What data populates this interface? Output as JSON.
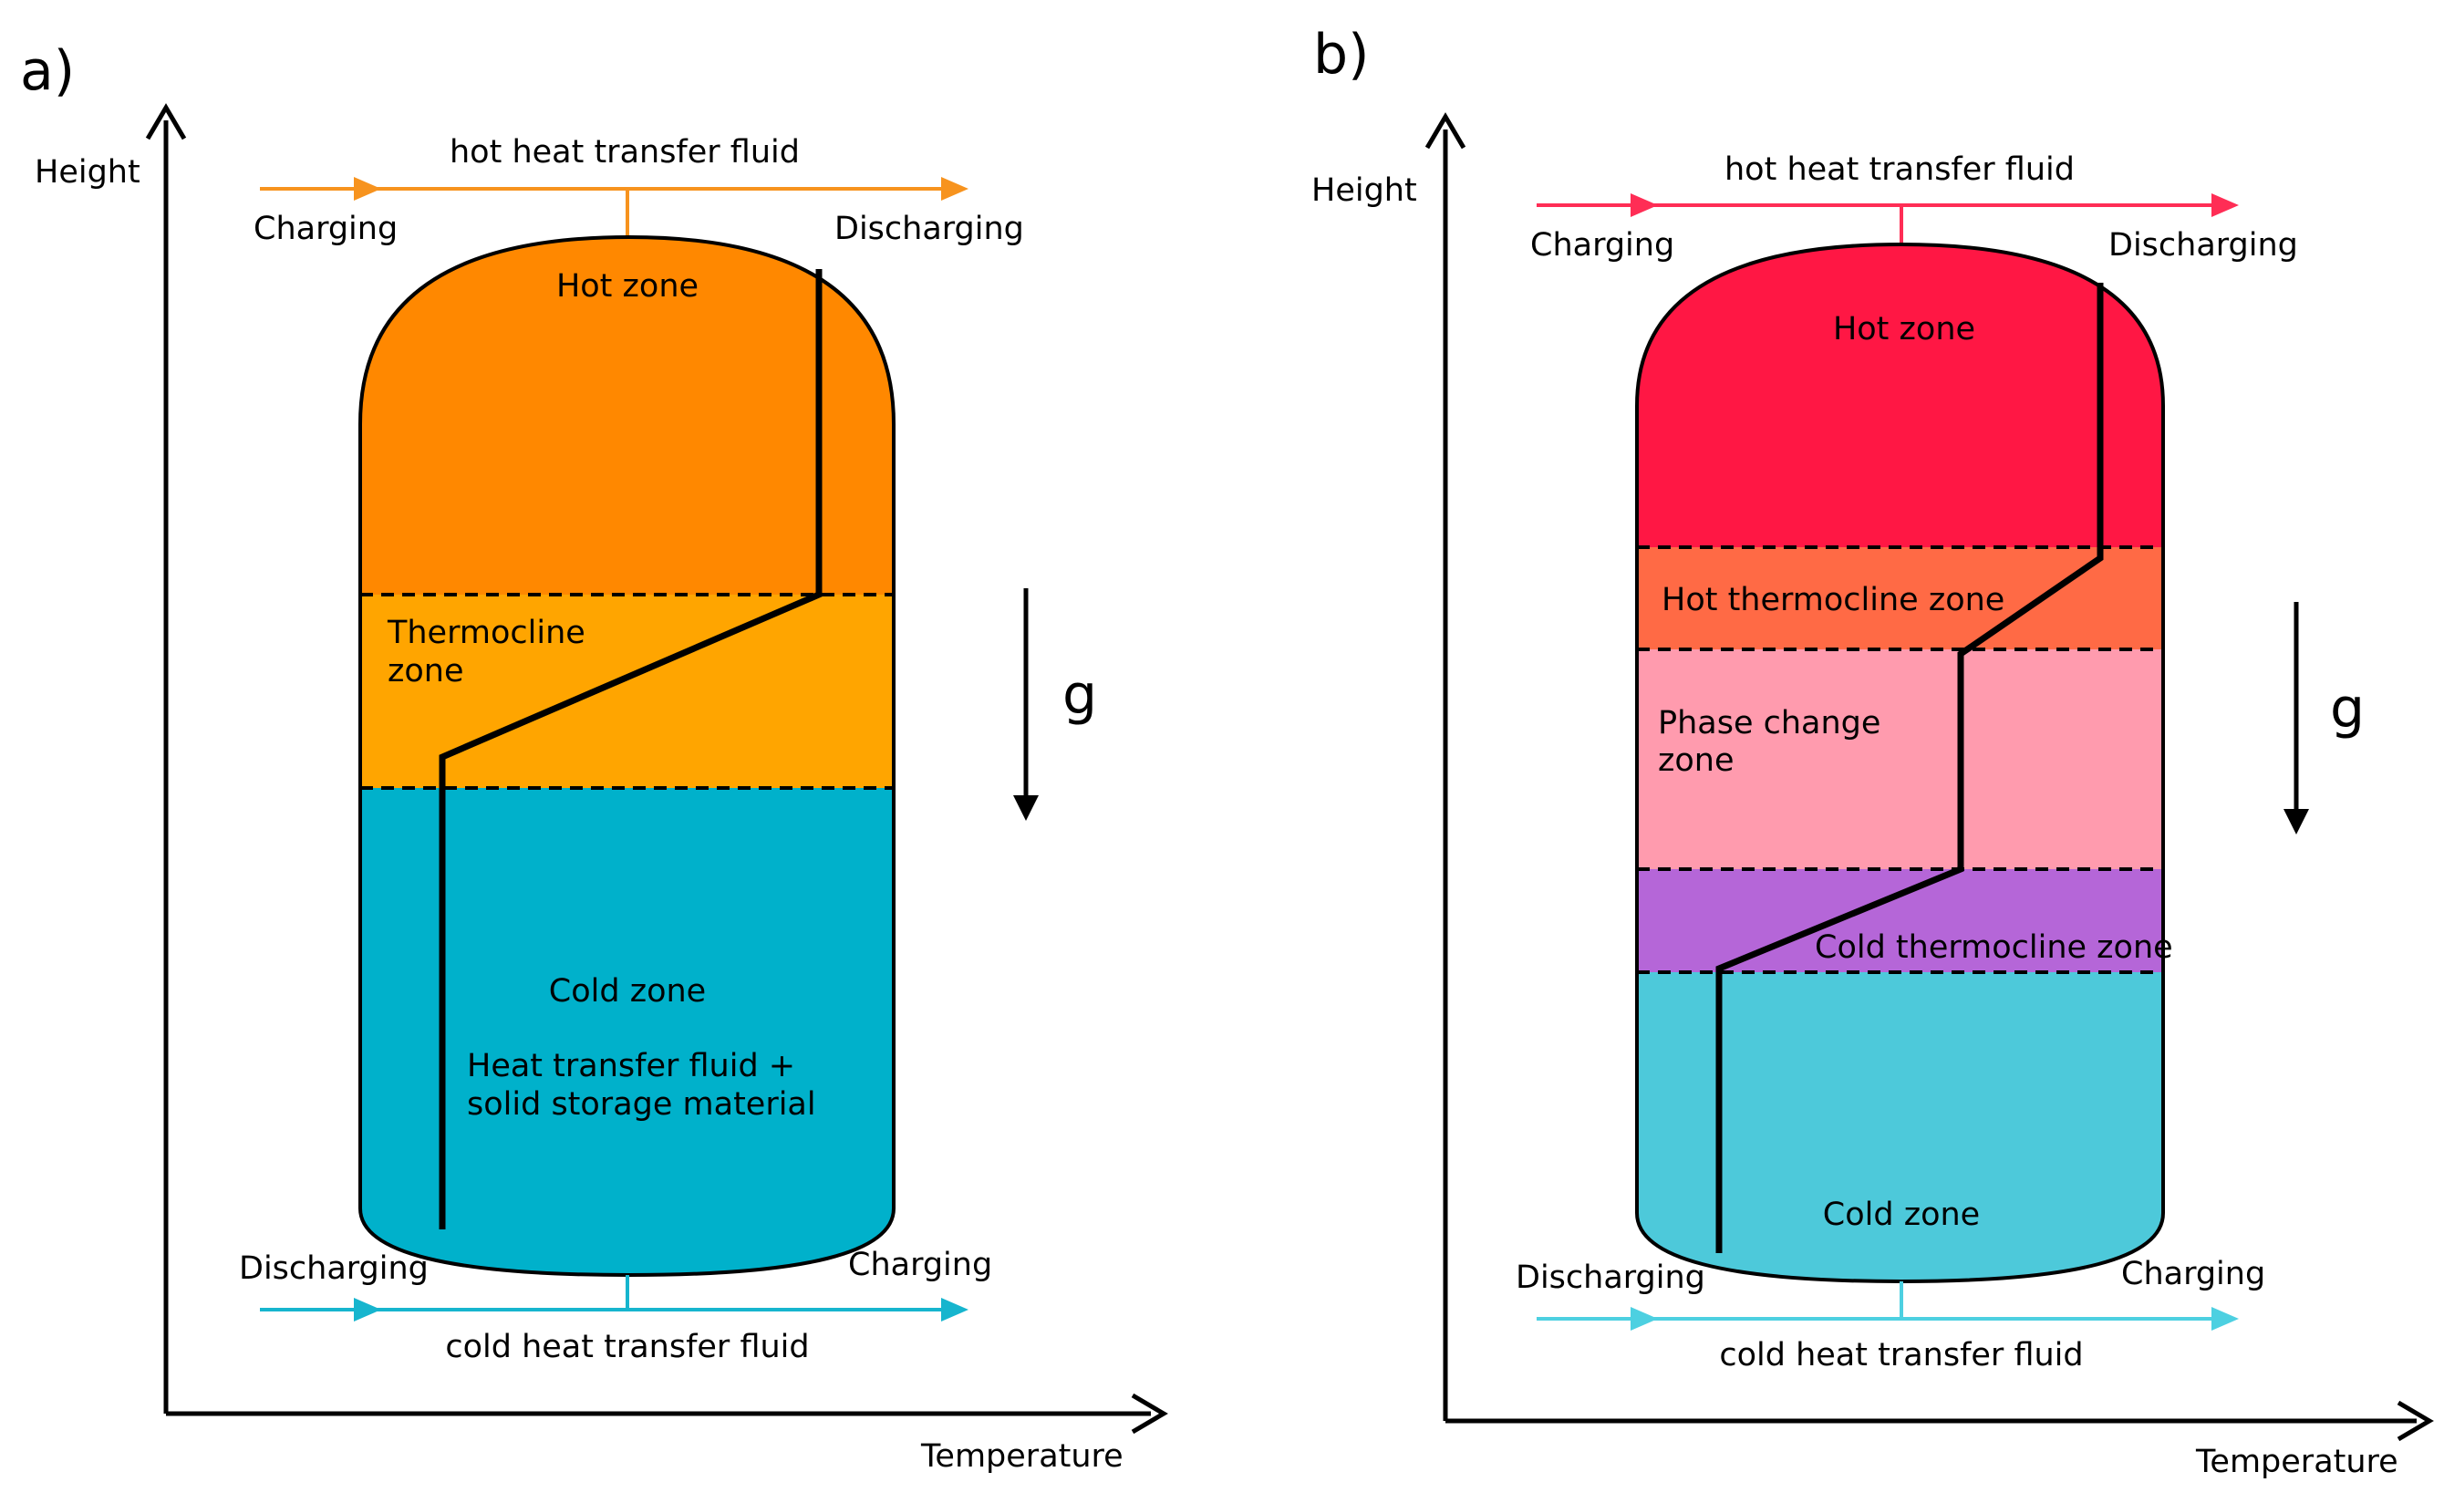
{
  "colors": {
    "a_hot_zone": "#FF8800",
    "a_thermocline_zone": "#FFA500",
    "a_cold_zone": "#00B1CB",
    "a_hot_flow": "#F7931E",
    "a_cold_flow": "#16B5CE",
    "b_hot_zone": "#FF1744",
    "b_hot_thermocline_zone": "#FF6A45",
    "b_phase_change_zone": "#FF9BAE",
    "b_cold_thermocline_zone": "#B566D8",
    "b_cold_zone": "#4DC9DA",
    "b_hot_flow": "#FF2D55",
    "b_cold_flow": "#4DD0E1",
    "outline": "#000000"
  },
  "panel_a": {
    "label": "a)",
    "y_axis_label": "Height",
    "x_axis_label": "Temperature",
    "gravity_label": "g",
    "hot_fluid_label": "hot heat transfer fluid",
    "cold_fluid_label": "cold heat transfer fluid",
    "top_left_label": "Charging",
    "top_right_label": "Discharging",
    "bottom_left_label": "Discharging",
    "bottom_right_label": "Charging",
    "hot_zone_label": "Hot zone",
    "thermocline_zone_label_line1": "Thermocline",
    "thermocline_zone_label_line2": "zone",
    "cold_zone_label": "Cold zone",
    "material_label_line1": "Heat transfer fluid +",
    "material_label_line2": "solid storage material"
  },
  "panel_b": {
    "label": "b)",
    "y_axis_label": "Height",
    "x_axis_label": "Temperature",
    "gravity_label": "g",
    "hot_fluid_label": "hot heat transfer fluid",
    "cold_fluid_label": "cold heat transfer fluid",
    "top_left_label": "Charging",
    "top_right_label": "Discharging",
    "bottom_left_label": "Discharging",
    "bottom_right_label": "Charging",
    "hot_zone_label": "Hot zone",
    "hot_thermocline_zone_label": "Hot thermocline zone",
    "phase_change_zone_label_line1": "Phase change",
    "phase_change_zone_label_line2": "zone",
    "cold_thermocline_zone_label": "Cold thermocline zone",
    "cold_zone_label": "Cold zone"
  }
}
